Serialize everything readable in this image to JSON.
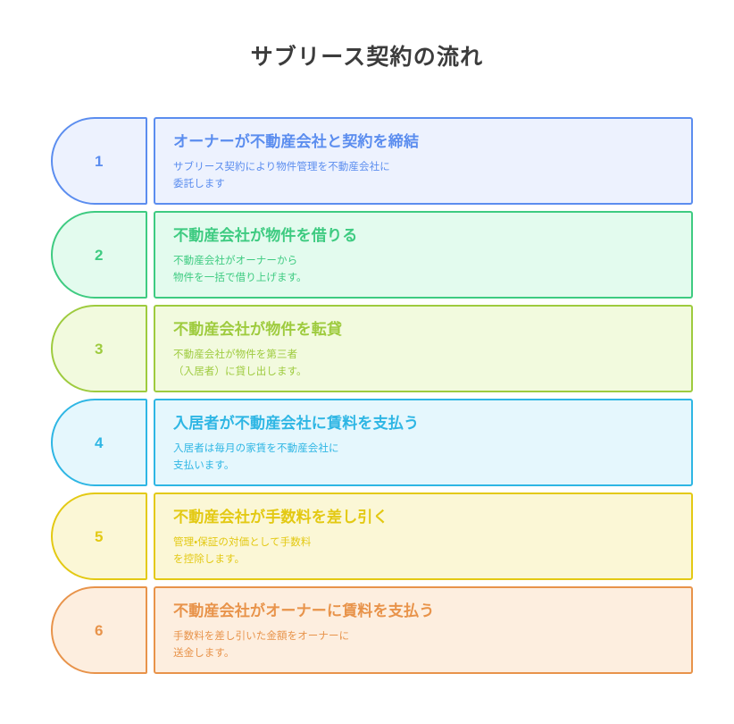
{
  "page": {
    "title": "サブリース契約の流れ",
    "background_color": "#ffffff",
    "title_color": "#3c3c3c"
  },
  "flow": {
    "steps": [
      {
        "number": "1",
        "title": "オーナーが不動産会社と契約を締結",
        "description": "サブリース契約により物件管理を不動産会社に\n委託します",
        "accent_color": "#5b8def",
        "fill_color": "#edf2fe"
      },
      {
        "number": "2",
        "title": "不動産会社が物件を借りる",
        "description": "不動産会社がオーナーから\n物件を一括で借り上げます。",
        "accent_color": "#3ecb81",
        "fill_color": "#e3fbee"
      },
      {
        "number": "3",
        "title": "不動産会社が物件を転貸",
        "description": "不動産会社が物件を第三者\n（入居者）に貸し出します。",
        "accent_color": "#9ecb3e",
        "fill_color": "#f2fade"
      },
      {
        "number": "4",
        "title": "入居者が不動産会社に賃料を支払う",
        "description": "入居者は毎月の家賃を不動産会社に\n支払います。",
        "accent_color": "#2eb6e4",
        "fill_color": "#e5f7fd"
      },
      {
        "number": "5",
        "title": "不動産会社が手数料を差し引く",
        "description": "管理・保証の対価として手数料\nを控除します。",
        "accent_color": "#e3c913",
        "fill_color": "#fbf7d6"
      },
      {
        "number": "6",
        "title": "不動産会社がオーナーに賃料を支払う",
        "description": "手数料を差し引いた金額をオーナーに\n送金します。",
        "accent_color": "#e8934a",
        "fill_color": "#fdeedf"
      }
    ]
  }
}
